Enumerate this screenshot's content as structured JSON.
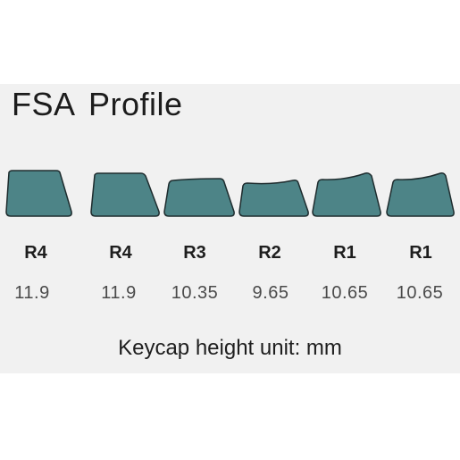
{
  "title": "FSA  Profile",
  "colors": {
    "keycap_fill": "#4d8487",
    "keycap_stroke": "#1e2c2e",
    "panel_bg": "#f1f1f1"
  },
  "keycaps": [
    {
      "row": "R4",
      "height": "11.9"
    },
    {
      "row": "R4",
      "height": "11.9"
    },
    {
      "row": "R3",
      "height": "10.35"
    },
    {
      "row": "R2",
      "height": "9.65"
    },
    {
      "row": "R1",
      "height": "10.65"
    },
    {
      "row": "R1",
      "height": "10.65"
    }
  ],
  "caption": "Keycap height unit: mm"
}
